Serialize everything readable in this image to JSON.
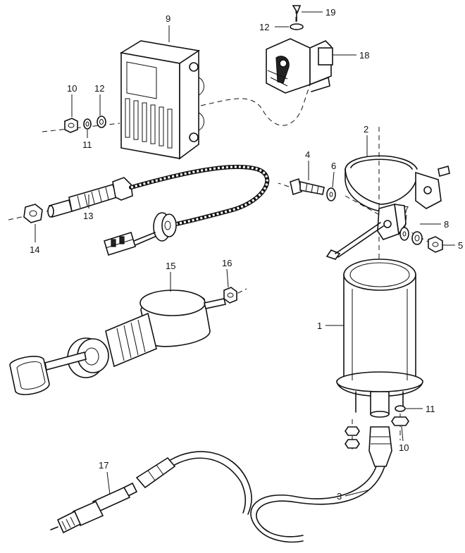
{
  "callouts": {
    "c1": "1",
    "c2": "2",
    "c3": "3",
    "c4": "4",
    "c5": "5",
    "c6": "6",
    "c7": "7",
    "c8": "8",
    "c9": "9",
    "c10a": "10",
    "c10b": "10",
    "c11a": "11",
    "c11b": "11",
    "c12a": "12",
    "c12b": "12",
    "c13": "13",
    "c14": "14",
    "c15": "15",
    "c16": "16",
    "c17": "17",
    "c18": "18",
    "c19": "19"
  }
}
